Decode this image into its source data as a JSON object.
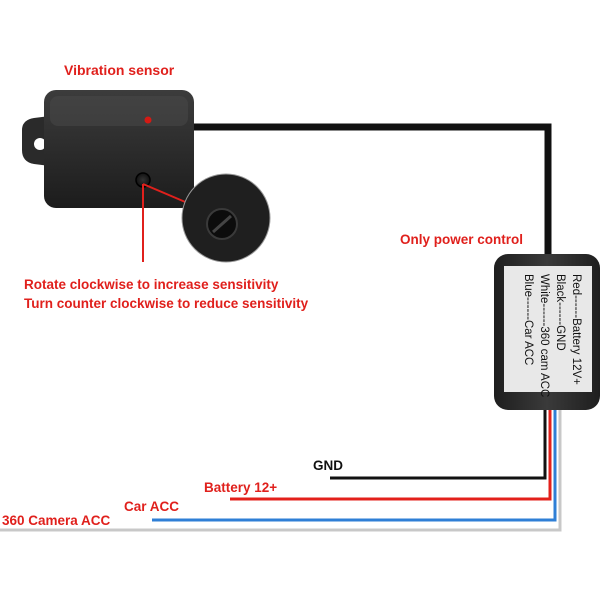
{
  "labels": {
    "vibration_sensor": "Vibration sensor",
    "only_power_control": "Only power control",
    "rotate_clockwise": "Rotate clockwise to increase sensitivity",
    "turn_counter": "Turn counter clockwise to reduce sensitivity",
    "gnd": "GND",
    "battery": "Battery 12+",
    "car_acc": "Car ACC",
    "camera_acc": "360 Camera ACC"
  },
  "module_label": {
    "line1": "Red------Battery 12V+",
    "line2": "Black------GND",
    "line3": "White------360 cam ACC",
    "line4": "Blue------Car ACC"
  },
  "colors": {
    "text_red": "#e0201c",
    "wire_red": "#e3201b",
    "wire_black": "#111111",
    "wire_blue": "#2f7fd6",
    "wire_white": "#c8c8c8",
    "device_body": "#2a2a2a"
  }
}
